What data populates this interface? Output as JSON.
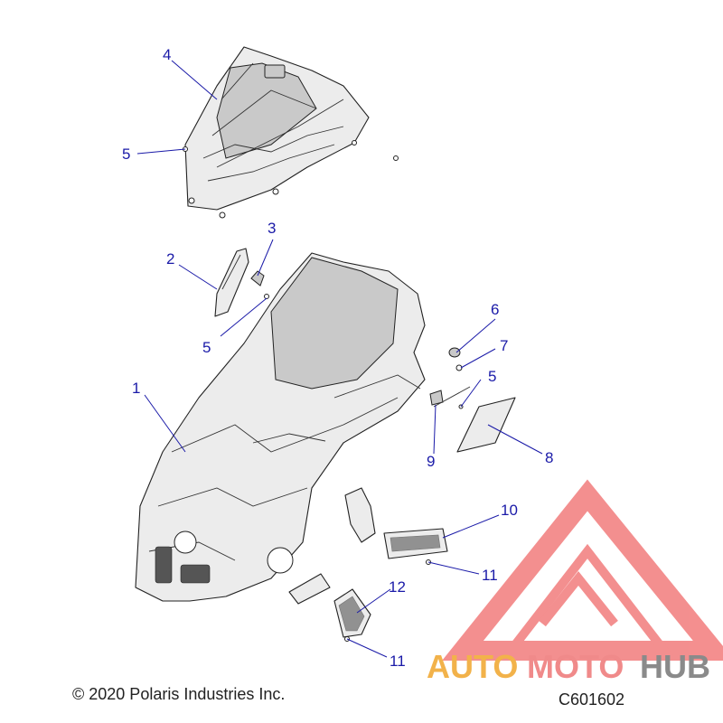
{
  "callouts": [
    "1",
    "2",
    "3",
    "4",
    "5",
    "5",
    "5",
    "6",
    "7",
    "8",
    "9",
    "10",
    "11",
    "11",
    "12"
  ],
  "footer": {
    "copyright": "© 2020 Polaris Industries Inc.",
    "part_number": "C601602"
  },
  "watermark": {
    "word_a": "AUTO",
    "word_b": "MOTO",
    "word_c": "HUB",
    "color_a": "#f2b24a",
    "color_b": "#f08a8a",
    "color_c": "#8a8a8a",
    "logo_color": "#f06a6a"
  },
  "colors": {
    "callout": "#1a1aa8",
    "line": "#222222"
  }
}
